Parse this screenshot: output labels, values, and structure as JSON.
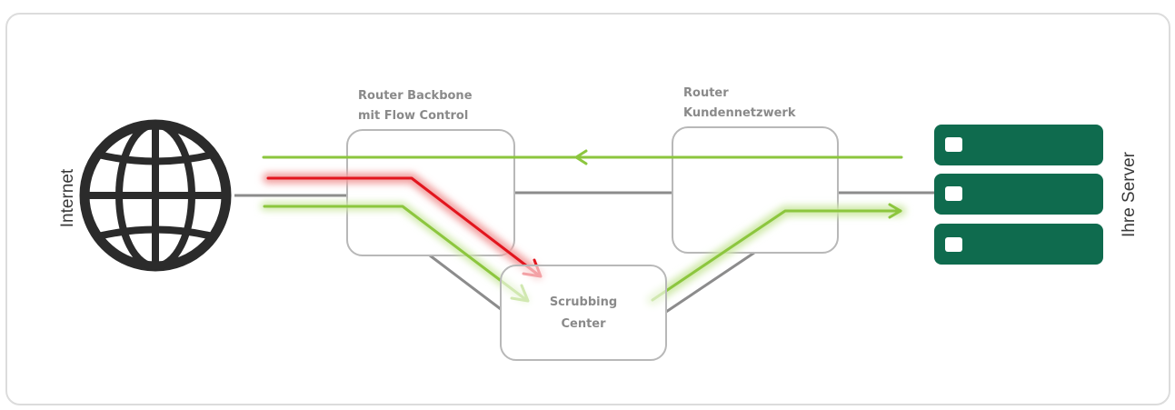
{
  "labels": {
    "internet": "Internet",
    "router_backbone_line1": "Router Backbone",
    "router_backbone_line2": "mit Flow Control",
    "router_kunden_line1": "Router",
    "router_kunden_line2": "Kundennetzwerk",
    "scrubbing_line1": "Scrubbing",
    "scrubbing_line2": "Center",
    "servers": "Ihre Server"
  },
  "icons": {
    "internet": "globe-icon",
    "servers": "server-stack-icon"
  },
  "colors": {
    "clean_traffic": "#8cc63e",
    "attack_traffic": "#e2151e",
    "server": "#0f6b4e",
    "box_border": "#b8b8b8",
    "link": "#8c8c8c"
  }
}
